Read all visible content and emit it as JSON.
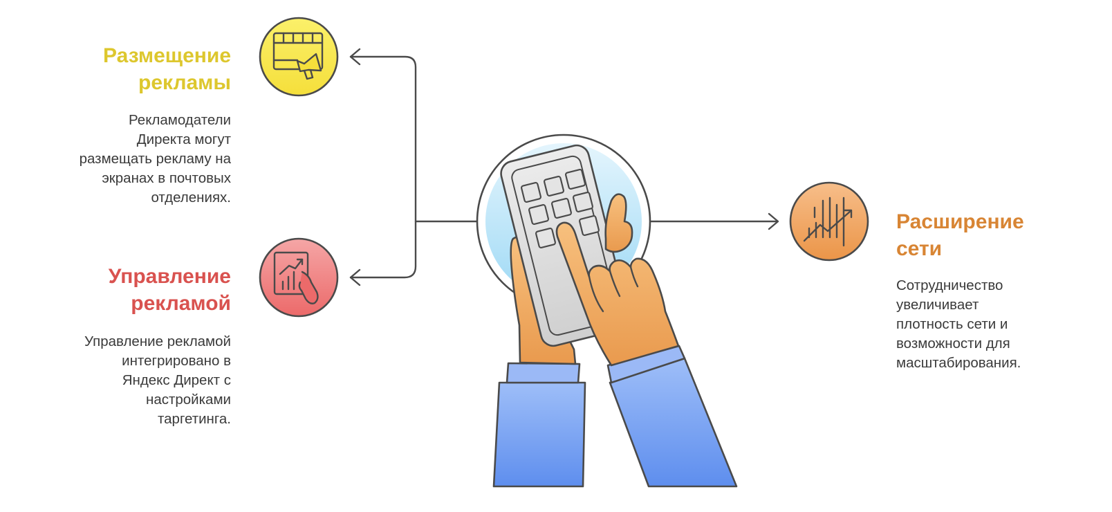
{
  "colors": {
    "yellow": "#DDC72E",
    "red": "#D9524F",
    "orange": "#D88534",
    "text": "#3A3A3A",
    "line": "#4A4A4A"
  },
  "nodes": [
    {
      "id": "ad-placement",
      "title": "Размещение\nрекламы",
      "description": "Рекламодатели\nДиректа могут\nразмещать рекламу на\nэкранах в почтовых\nотделениях.",
      "icon": "billboard-megaphone-icon"
    },
    {
      "id": "ad-management",
      "title": "Управление\nрекламой",
      "description": "Управление рекламой\nинтегрировано в\nЯндекс Директ с\nнастройками\nтаргетинга.",
      "icon": "tablet-chart-hand-icon"
    },
    {
      "id": "network-expansion",
      "title": "Расширение\nсети",
      "description": "Сотрудничество\nувеличивает\nплотность сети и\nвозможности для\nмасштабирования.",
      "icon": "growth-chart-icon"
    }
  ],
  "central_icon": "hands-holding-phone-icon"
}
